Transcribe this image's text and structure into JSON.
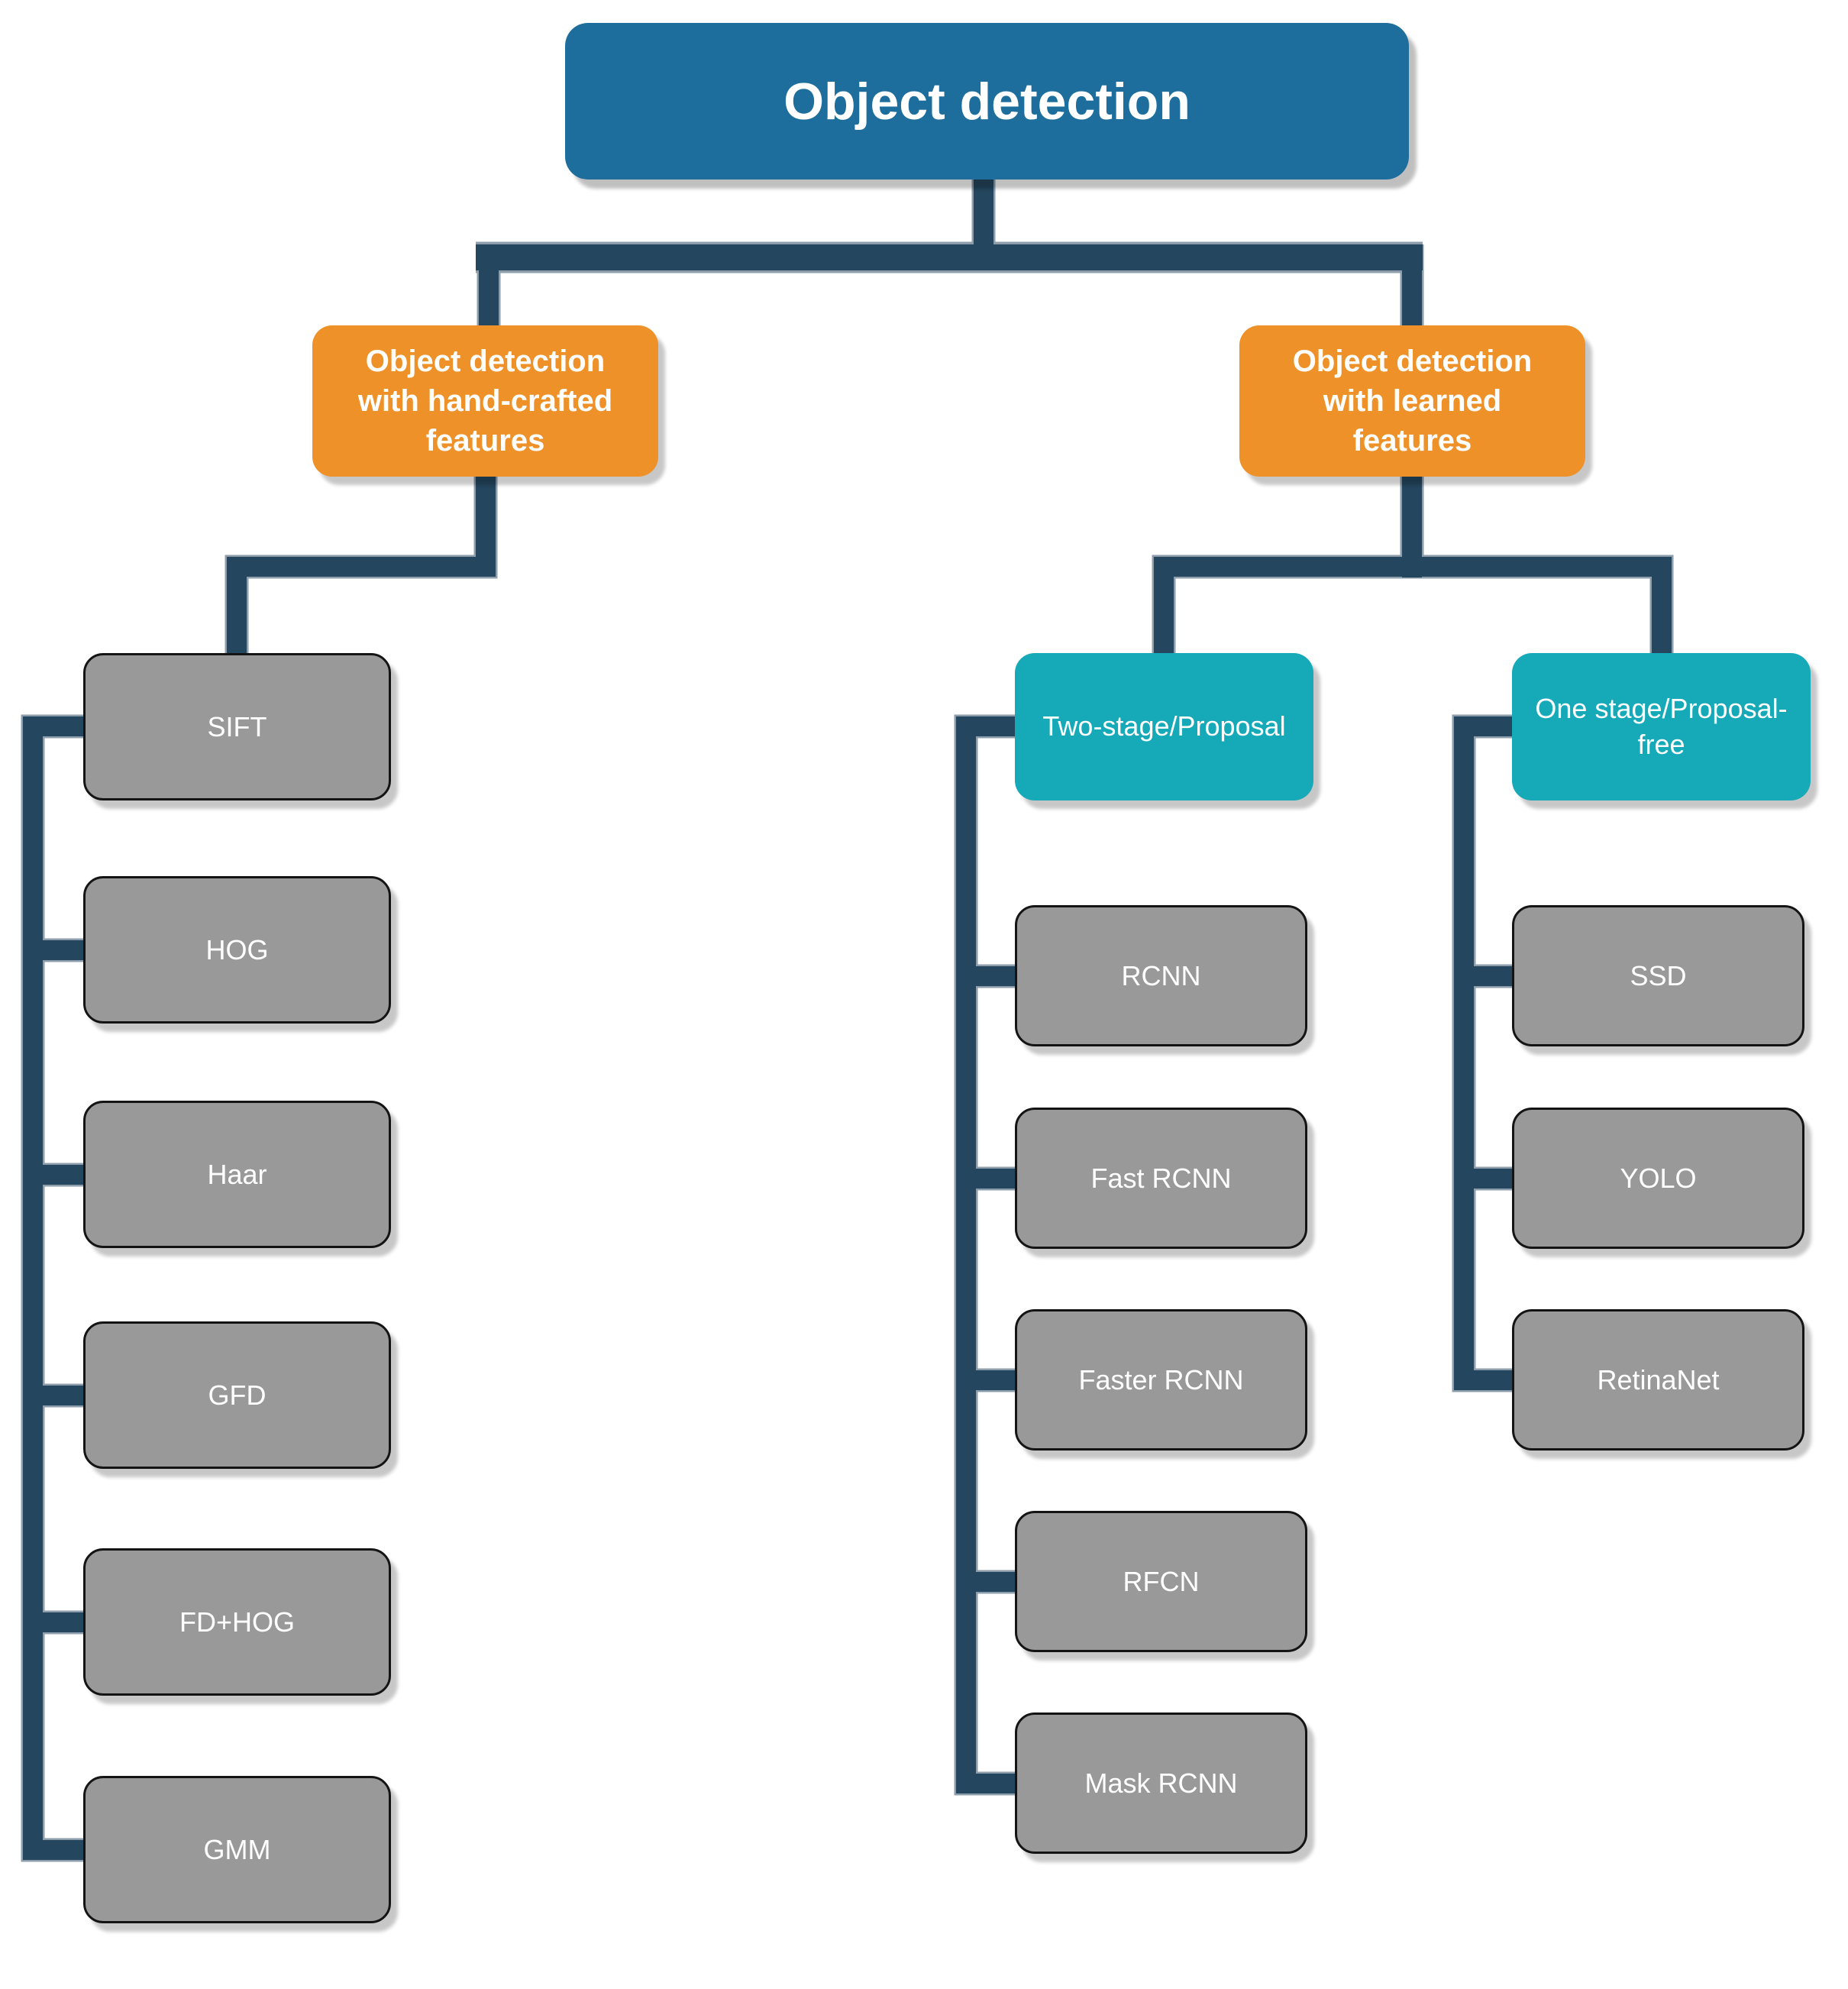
{
  "diagram": {
    "root": {
      "label": "Object detection"
    },
    "level1": [
      {
        "id": "handcrafted",
        "label": "Object detection\nwith hand-crafted\nfeatures"
      },
      {
        "id": "learned",
        "label": "Object detection\nwith learned\nfeatures"
      }
    ],
    "level2": [
      {
        "id": "two_stage",
        "label": "Two-stage/Proposal"
      },
      {
        "id": "one_stage",
        "label": "One stage/Proposal-\nfree"
      }
    ],
    "handcrafted_children": [
      "SIFT",
      "HOG",
      "Haar",
      "GFD",
      "FD+HOG",
      "GMM"
    ],
    "two_stage_children": [
      "RCNN",
      "Fast RCNN",
      "Faster RCNN",
      "RFCN",
      "Mask RCNN"
    ],
    "one_stage_children": [
      "SSD",
      "YOLO",
      "RetinaNet"
    ]
  },
  "colors": {
    "background": "#ffffff",
    "blue": "#1d6e9d",
    "orange": "#ee9128",
    "teal": "#16a9b8",
    "gray": "#999999",
    "gray_border": "#141414",
    "line": "#24465e",
    "line_outline": "#8d9dac",
    "text": "#ffffff"
  }
}
